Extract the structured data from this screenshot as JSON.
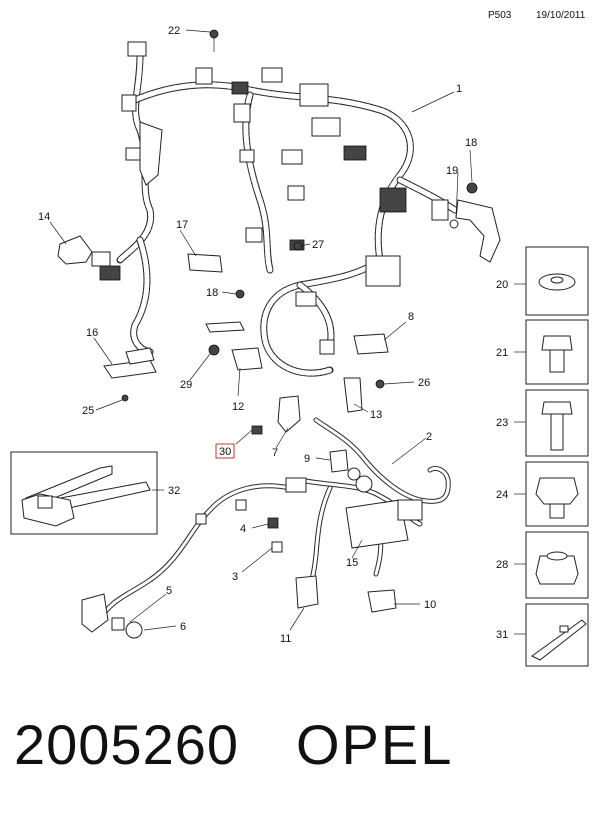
{
  "header": {
    "code": "P503",
    "date": "19/10/2011"
  },
  "callouts": {
    "c1": "1",
    "c2": "2",
    "c3": "3",
    "c4": "4",
    "c5": "5",
    "c6": "6",
    "c7": "7",
    "c8": "8",
    "c9": "9",
    "c10": "10",
    "c11": "11",
    "c12": "12",
    "c13": "13",
    "c14": "14",
    "c15": "15",
    "c16": "16",
    "c17": "17",
    "c18a": "18",
    "c18b": "18",
    "c19": "19",
    "c20": "20",
    "c21": "21",
    "c22": "22",
    "c23": "23",
    "c24": "24",
    "c25": "25",
    "c26": "26",
    "c27": "27",
    "c28": "28",
    "c29": "29",
    "c30": "30",
    "c31": "31",
    "c32": "32"
  },
  "highlight_color": "#cc0000",
  "footer": {
    "part_number": "2005260",
    "brand": "OPEL"
  }
}
